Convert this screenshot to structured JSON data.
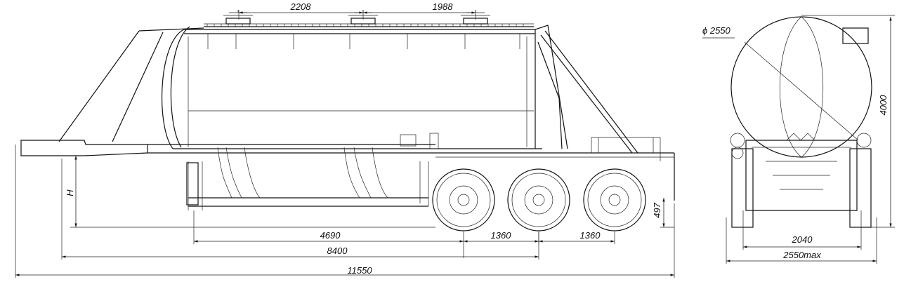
{
  "side_view": {
    "top_dims": [
      "2208",
      "1988"
    ],
    "h_label": "H",
    "height_497": "497",
    "lower_dims": [
      "4690",
      "1360",
      "1360"
    ],
    "wheelbase": "8400",
    "overall_length": "11550"
  },
  "rear_view": {
    "diameter": "ϕ 2550",
    "height": "4000",
    "track": "2040",
    "width": "2550max"
  }
}
